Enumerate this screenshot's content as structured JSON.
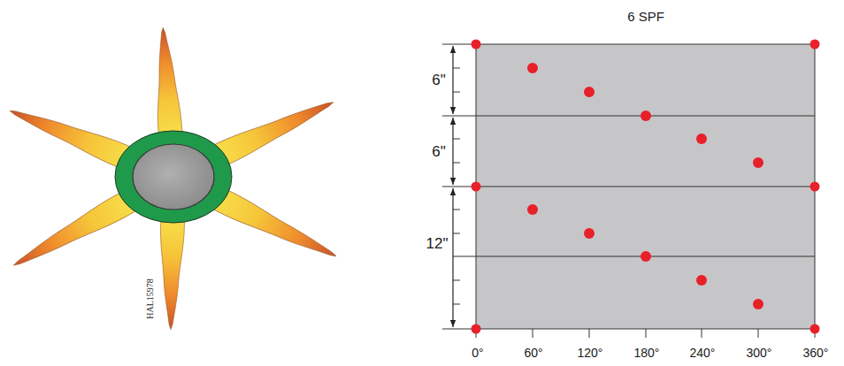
{
  "diagram": {
    "title": "6 SPF",
    "labels": [
      "HAL15978",
      "6\"",
      "6\"",
      "12\"",
      "0°",
      "60°",
      "120°",
      "180°",
      "240°",
      "300°",
      "360°"
    ]
  }
}
